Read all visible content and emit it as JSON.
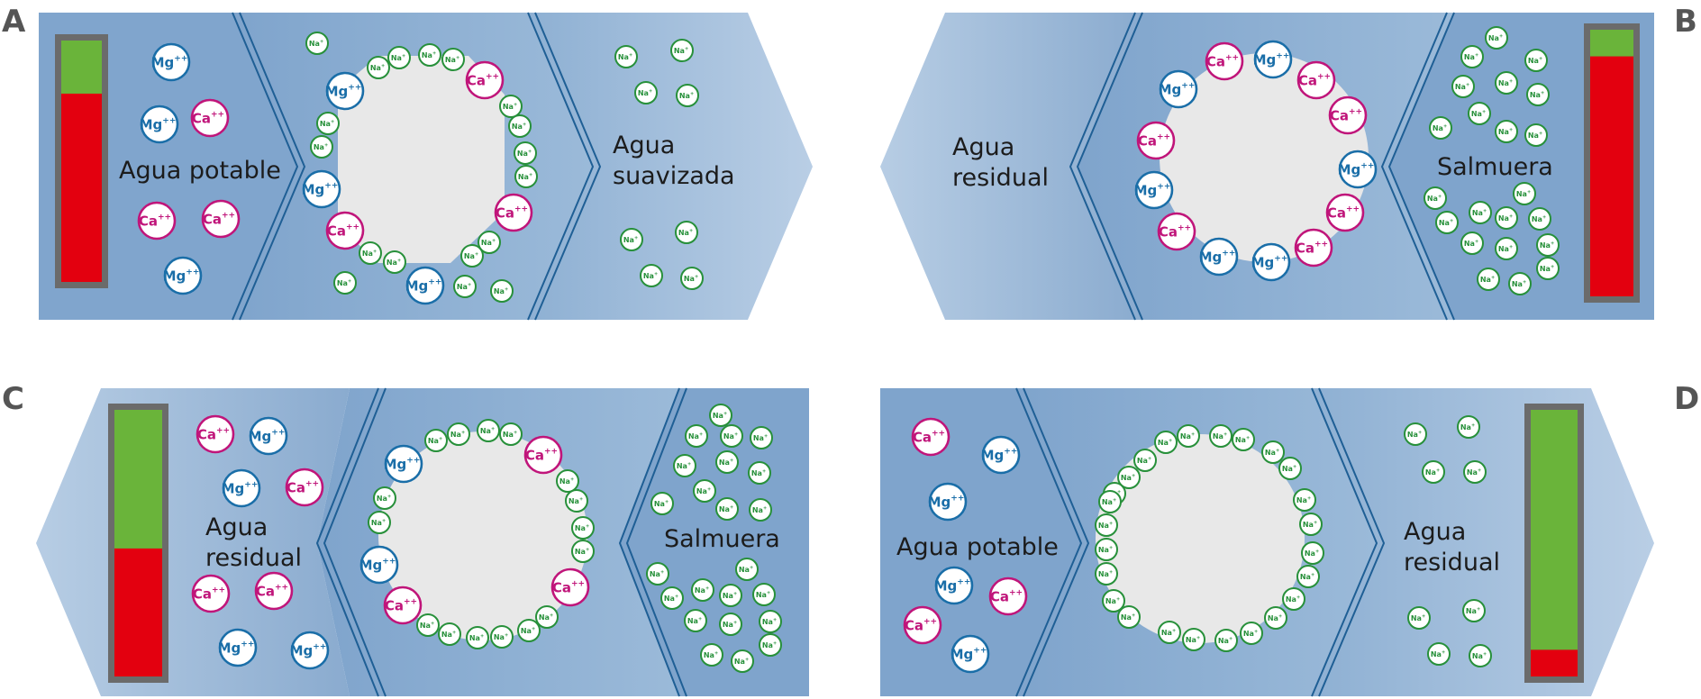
{
  "colors": {
    "mg": "#1a6ea8",
    "ca": "#c0157a",
    "na": "#27903a",
    "gauge_green": "#6ab43a",
    "gauge_red": "#e3000f",
    "gauge_frame": "#6b6b6b",
    "bead": "#e8e8e8",
    "divider": "#1f5f95"
  },
  "ions": {
    "mg": {
      "label": "Mg",
      "superscript": "++",
      "icon": "magnesium-ion-icon"
    },
    "ca": {
      "label": "Ca",
      "superscript": "++",
      "icon": "calcium-ion-icon"
    },
    "na": {
      "label": "Na",
      "superscript": "+",
      "icon": "sodium-ion-icon"
    }
  },
  "panels": [
    {
      "id": "A",
      "letter": "A",
      "gauge": {
        "green_fraction": 0.22,
        "red_fraction": 0.78
      },
      "labels": [
        "Agua potable",
        "Agua suavizada"
      ],
      "bead_charge": "mixed"
    },
    {
      "id": "B",
      "letter": "B",
      "gauge": {
        "green_fraction": 0.1,
        "red_fraction": 0.9
      },
      "labels": [
        "Agua residual",
        "Salmuera"
      ],
      "bead_charge": "hardness"
    },
    {
      "id": "C",
      "letter": "C",
      "gauge": {
        "green_fraction": 0.52,
        "red_fraction": 0.48
      },
      "labels": [
        "Agua residual",
        "Salmuera"
      ],
      "bead_charge": "mixed"
    },
    {
      "id": "D",
      "letter": "D",
      "gauge": {
        "green_fraction": 0.9,
        "red_fraction": 0.1
      },
      "labels": [
        "Agua potable",
        "Agua residual"
      ],
      "bead_charge": "sodium"
    }
  ]
}
